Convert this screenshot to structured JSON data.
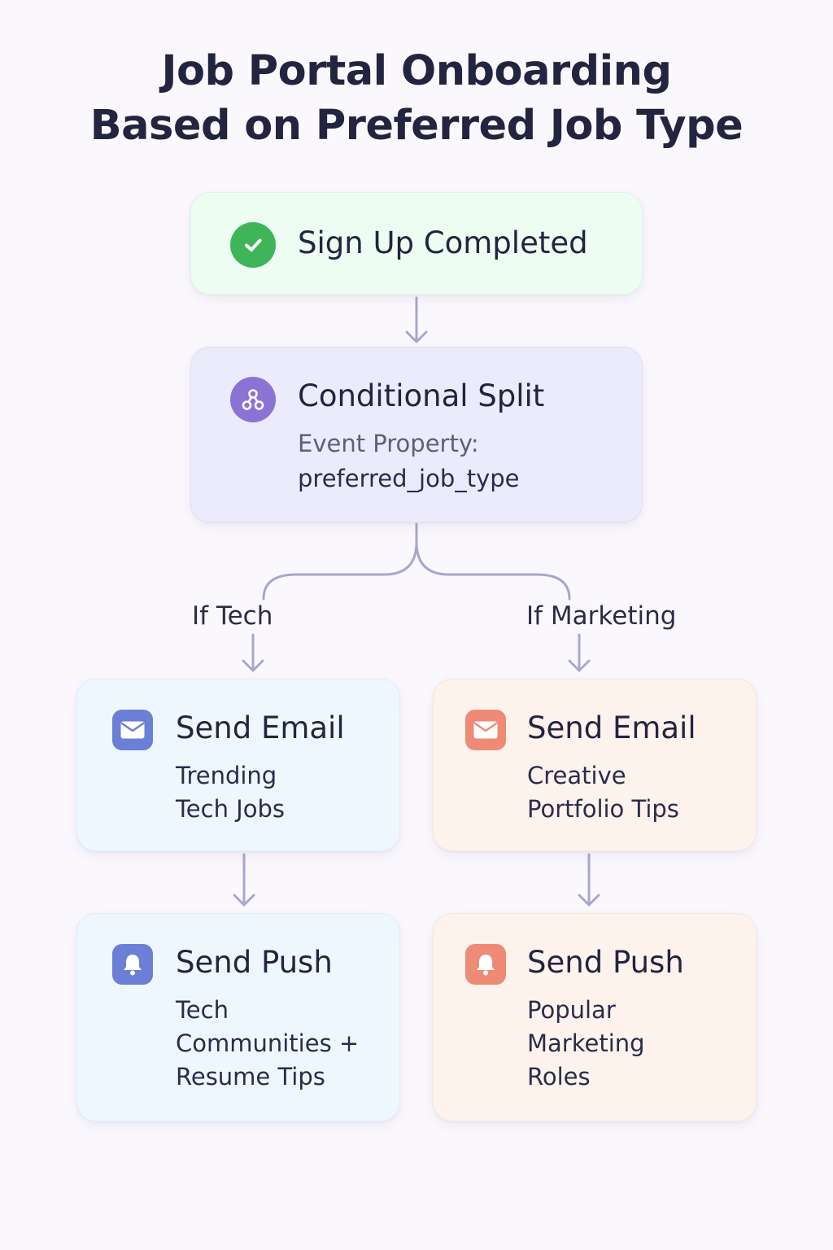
{
  "title_lines": [
    "Job Portal Onboarding",
    "Based on Preferred Job Type"
  ],
  "signup": {
    "label": "Sign Up Completed",
    "icon": "check-circle-icon",
    "color": "#3fb55a"
  },
  "split": {
    "label": "Conditional Split",
    "icon": "split-icon",
    "color": "#8b73d6",
    "property_label": "Event Property:",
    "property_value": "preferred_job_type"
  },
  "branches": [
    {
      "label": "If Tech",
      "email": {
        "title": "Send Email",
        "lines": [
          "Trending",
          "Tech Jobs"
        ],
        "icon": "mail-icon"
      },
      "push": {
        "title": "Send Push",
        "lines": [
          "Tech",
          "Communities +",
          "Resume Tips"
        ],
        "icon": "bell-icon"
      },
      "color": "#6b7fd6"
    },
    {
      "label": "If Marketing",
      "email": {
        "title": "Send Email",
        "lines": [
          "Creative",
          "Portfolio Tips"
        ],
        "icon": "mail-icon"
      },
      "push": {
        "title": "Send Push",
        "lines": [
          "Popular",
          "Marketing",
          "Roles"
        ],
        "icon": "bell-icon"
      },
      "color": "#ee8a76"
    }
  ],
  "connector_color": "#a9a6cf"
}
